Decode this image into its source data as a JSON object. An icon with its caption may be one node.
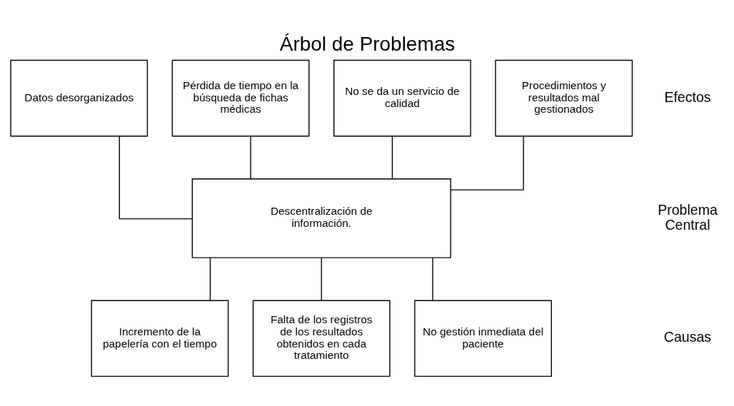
{
  "diagram": {
    "title": "Árbol de Problemas",
    "nodes": [
      {
        "text": [
          "Datos desorganizados"
        ]
      },
      {
        "text": [
          "Pérdida de tiempo en la búsqueda de fichas médicas"
        ]
      },
      {
        "text": [
          "No se da un servicio de calidad"
        ]
      },
      {
        "text": [
          "Procedimientos y resultados mal gestionados"
        ]
      },
      {
        "text": [
          "Descentralización de información."
        ]
      },
      {
        "text": [
          "Incremento de la papelería con el tiempo"
        ]
      },
      {
        "text": [
          "Falta de los registros de los resultados obtenidos en cada tratamiento"
        ]
      },
      {
        "text": [
          "No gestión inmediata del paciente"
        ]
      }
    ],
    "edges": [
      {
        "from": 4,
        "to": 0,
        "arrow": "none"
      },
      {
        "from": 4,
        "to": 1,
        "arrow": "none"
      },
      {
        "from": 4,
        "to": 2,
        "arrow": "none"
      },
      {
        "from": 4,
        "to": 3,
        "arrow": "none"
      },
      {
        "from": 4,
        "to": 5,
        "arrow": "none"
      },
      {
        "from": 4,
        "to": 6,
        "arrow": "none"
      },
      {
        "from": 4,
        "to": 7,
        "arrow": "none"
      }
    ],
    "labels": [
      "Efectos",
      "Problema Central",
      "Causas"
    ]
  }
}
